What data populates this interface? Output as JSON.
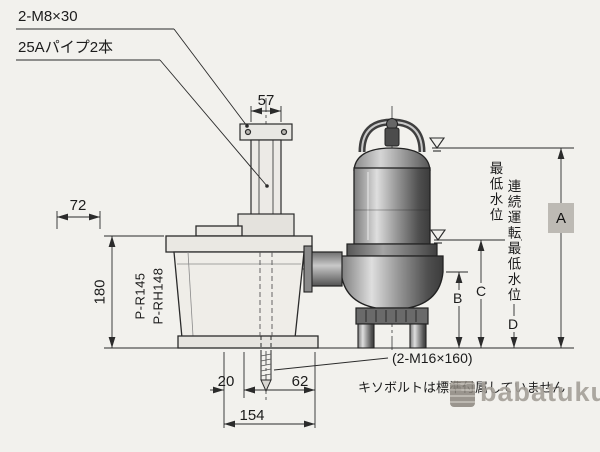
{
  "colors": {
    "background": "#f2f1ed",
    "line": "#2b2b2b",
    "dim_a_box": "#bdbab4",
    "watermark": "#a49f98"
  },
  "callouts": {
    "top_bolts": "2-M8×30",
    "guide_pipes": "25Aパイプ2本",
    "anchor_bolts": "(2-M16×160)",
    "anchor_note": "キソボルトは標準付属していません"
  },
  "dimensions": {
    "pipe_top_width": "57",
    "inlet_width": "72",
    "tank_height": "180",
    "base_front_offset": "20",
    "bolt_offset": "62",
    "base_pitch": "154",
    "height_a": "A",
    "height_b": "B",
    "height_c": "C",
    "height_d": "D"
  },
  "water_levels": {
    "minimum": "最低水位",
    "continuous_run_minimum": "連続運転最低水位"
  },
  "models": {
    "first": "P-R145",
    "second": "P-RH148"
  },
  "watermark": {
    "text": "babatuku"
  }
}
